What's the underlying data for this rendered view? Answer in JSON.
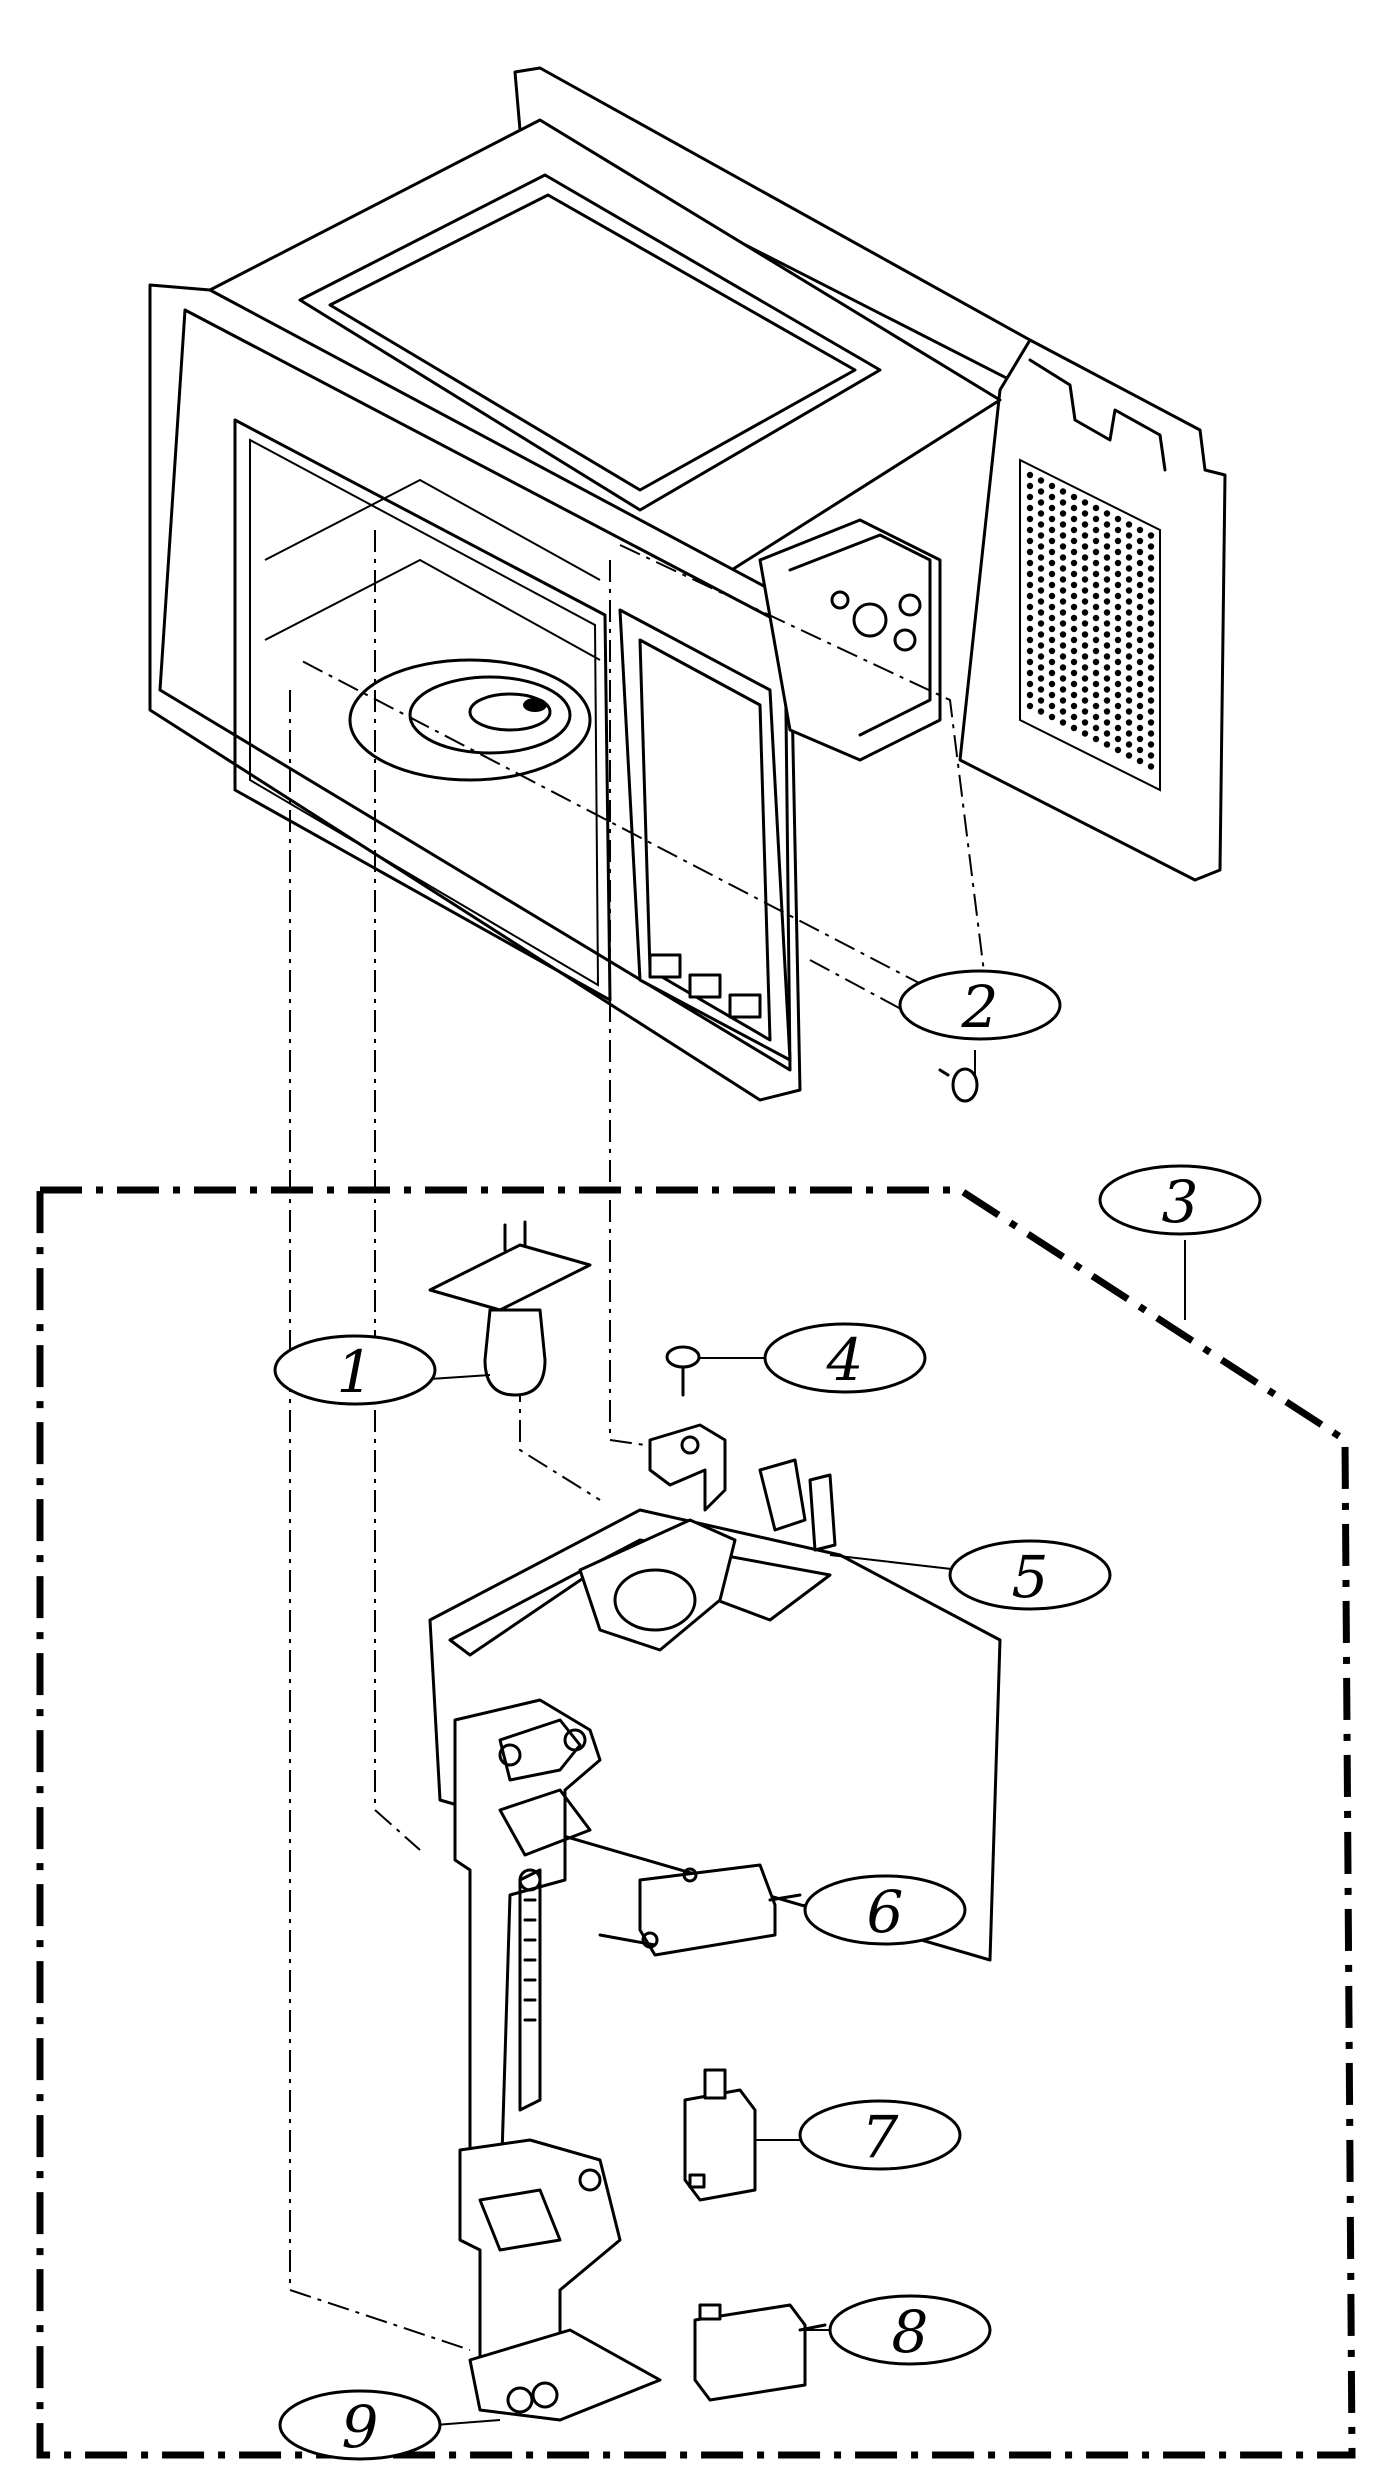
{
  "callouts": [
    {
      "id": "1",
      "label": "1"
    },
    {
      "id": "2",
      "label": "2"
    },
    {
      "id": "3",
      "label": "3"
    },
    {
      "id": "4",
      "label": "4"
    },
    {
      "id": "5",
      "label": "5"
    },
    {
      "id": "6",
      "label": "6"
    },
    {
      "id": "7",
      "label": "7"
    },
    {
      "id": "8",
      "label": "8"
    },
    {
      "id": "9",
      "label": "9"
    }
  ],
  "icons": [
    "oven-cavity-icon",
    "lamp-icon",
    "screw-icon",
    "bracket-icon",
    "microswitch-icon",
    "latch-board-icon"
  ]
}
